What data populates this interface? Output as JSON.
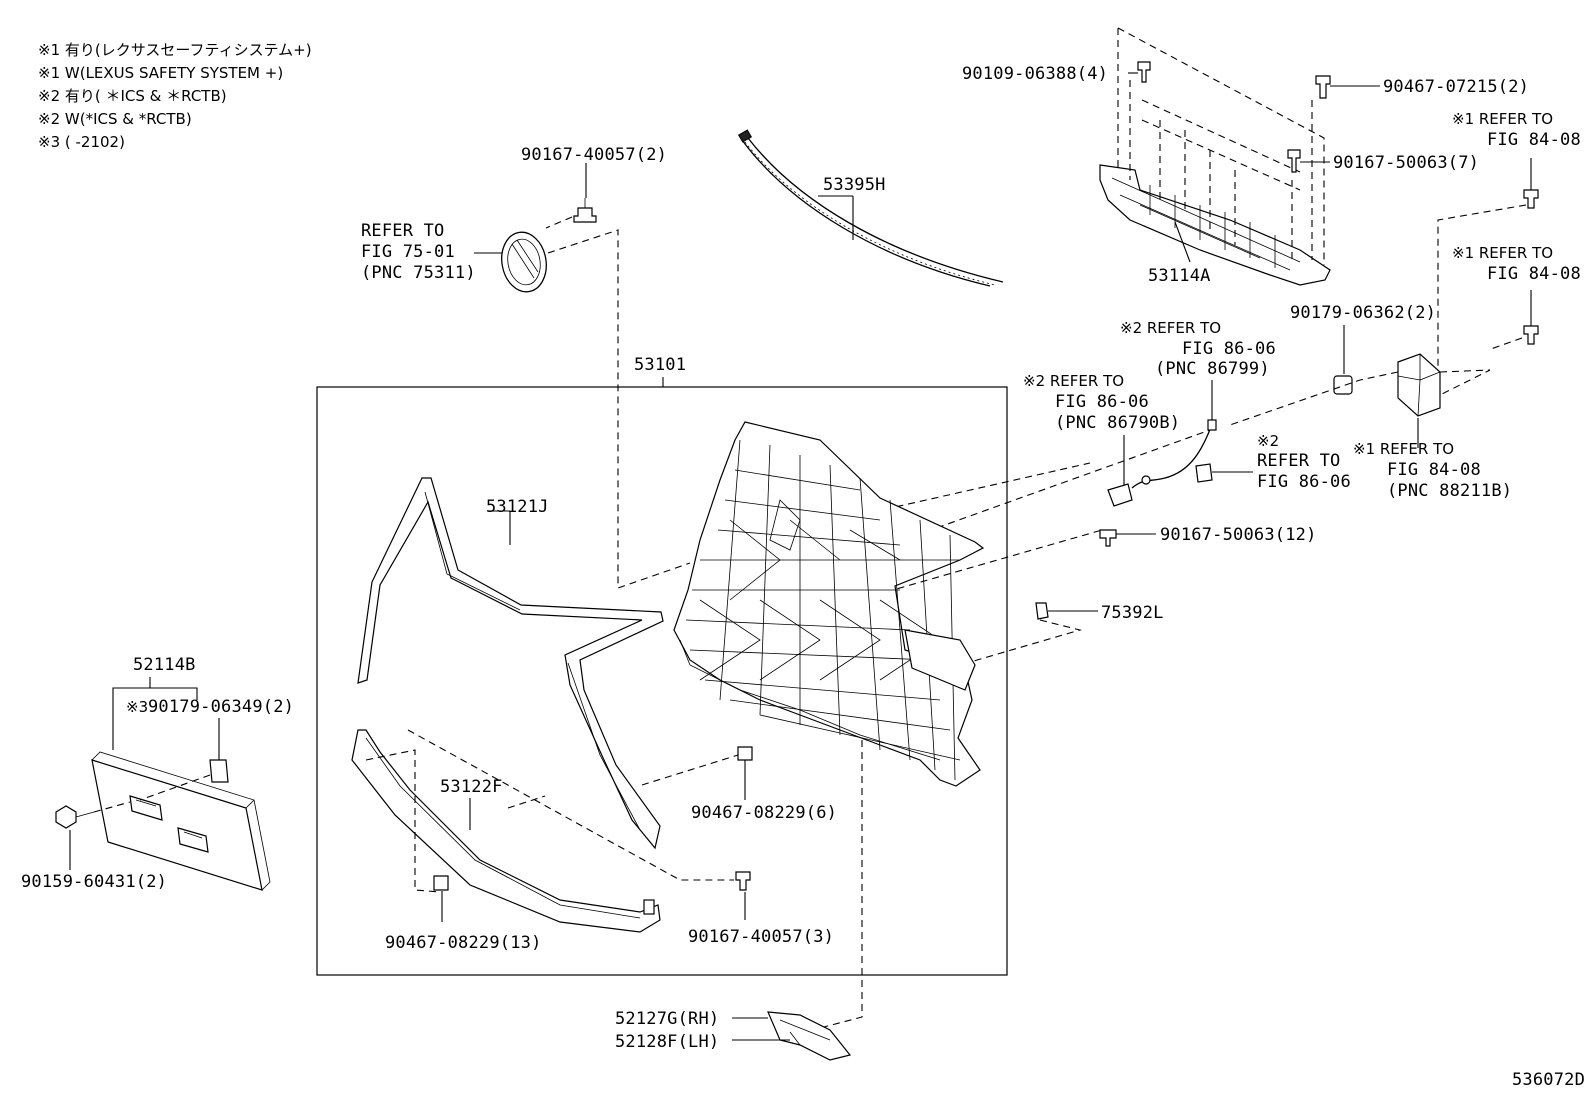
{
  "notes": [
    "※1 有り(レクサスセーフティシステム+)",
    "※1 W(LEXUS SAFETY SYSTEM +)",
    "※2 有り( ＊ICS & ＊RCTB)",
    "※2 W(*ICS & *RCTB)",
    "※3 (     -2102)"
  ],
  "parts": {
    "p_90167_40057_2": "90167-40057(2)",
    "p_53395H": "53395H",
    "p_90109_06388": "90109-06388(4)",
    "p_90467_07215": "90467-07215(2)",
    "p_90167_50063_7": "90167-50063(7)",
    "p_53114A": "53114A",
    "p_53101": "53101",
    "p_53121J": "53121J",
    "p_52114B": "52114B",
    "p_90179_06349": "90179-06349(2)",
    "p_90159_60431": "90159-60431(2)",
    "p_53122F": "53122F",
    "p_90467_08229_6": "90467-08229(6)",
    "p_90467_08229_13": "90467-08229(13)",
    "p_90167_40057_3": "90167-40057(3)",
    "p_90179_06362": "90179-06362(2)",
    "p_90167_50063_12": "90167-50063(12)",
    "p_75392L": "75392L",
    "p_52127G": "52127G(RH)",
    "p_52128F": "52128F(LH)"
  },
  "refs": {
    "fig75": [
      "REFER TO",
      "FIG 75-01",
      "(PNC 75311)"
    ],
    "fig84a": [
      "※1 REFER TO",
      "FIG 84-08"
    ],
    "fig84b": [
      "※1 REFER TO",
      "FIG 84-08"
    ],
    "fig84c": [
      "※1 REFER TO",
      "FIG 84-08",
      "(PNC 88211B)"
    ],
    "fig86a": [
      "※2 REFER TO",
      "FIG 86-06",
      "(PNC 86799)"
    ],
    "fig86b": [
      "※2 REFER TO",
      "FIG 86-06",
      "(PNC 86790B)"
    ],
    "fig86c": [
      "※2",
      "REFER TO",
      "FIG 86-06"
    ]
  },
  "footer": {
    "code": "536072D"
  },
  "mark3": "※3"
}
